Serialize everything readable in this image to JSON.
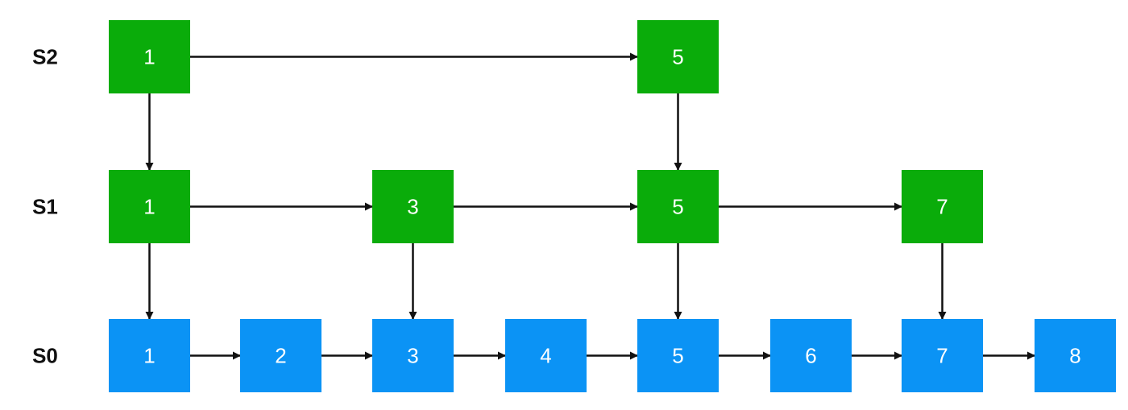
{
  "colors": {
    "upper_level": "#0aac0a",
    "base_level": "#0b93f5",
    "edge": "#111111"
  },
  "levels": [
    {
      "label": "S2",
      "nodes": [
        "1",
        "5"
      ]
    },
    {
      "label": "S1",
      "nodes": [
        "1",
        "3",
        "5",
        "7"
      ]
    },
    {
      "label": "S0",
      "nodes": [
        "1",
        "2",
        "3",
        "4",
        "5",
        "6",
        "7",
        "8"
      ]
    }
  ]
}
